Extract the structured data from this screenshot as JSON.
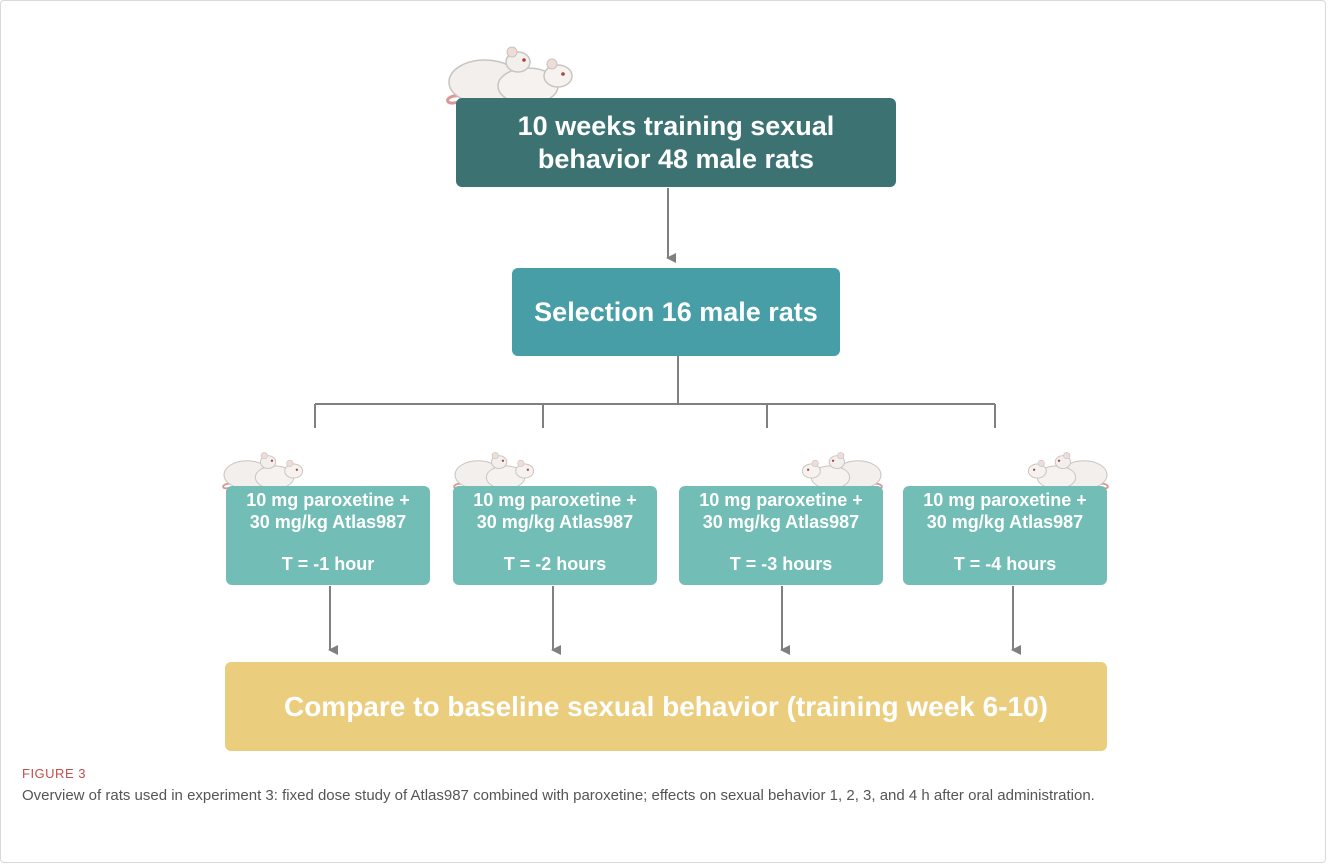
{
  "nodes": {
    "training": {
      "line1": "10 weeks training sexual",
      "line2": "behavior 48 male rats"
    },
    "selection": "Selection 16 male rats",
    "timepoints": [
      {
        "dose_line1": "10 mg paroxetine +",
        "dose_line2": "30 mg/kg Atlas987",
        "time": "T = -1 hour"
      },
      {
        "dose_line1": "10 mg paroxetine +",
        "dose_line2": "30 mg/kg Atlas987",
        "time": "T = -2 hours"
      },
      {
        "dose_line1": "10 mg paroxetine +",
        "dose_line2": "30 mg/kg Atlas987",
        "time": "T = -3 hours"
      },
      {
        "dose_line1": "10 mg paroxetine +",
        "dose_line2": "30 mg/kg Atlas987",
        "time": "T = -4 hours"
      }
    ],
    "comparison": "Compare to baseline sexual behavior (training week 6-10)"
  },
  "caption": {
    "label": "FIGURE 3",
    "text": "Overview of rats used in experiment 3: fixed dose study of Atlas987 combined with paroxetine; effects on sexual behavior 1, 2, 3, and 4 h after oral administration."
  },
  "colors": {
    "training_box": "#3d7273",
    "selection_box": "#479ea6",
    "timepoint_box": "#72bdb5",
    "comparison_box": "#ebcd7e",
    "connector": "#808080",
    "caption_label": "#c0504d"
  },
  "icons": [
    "rat-pair-icon"
  ]
}
